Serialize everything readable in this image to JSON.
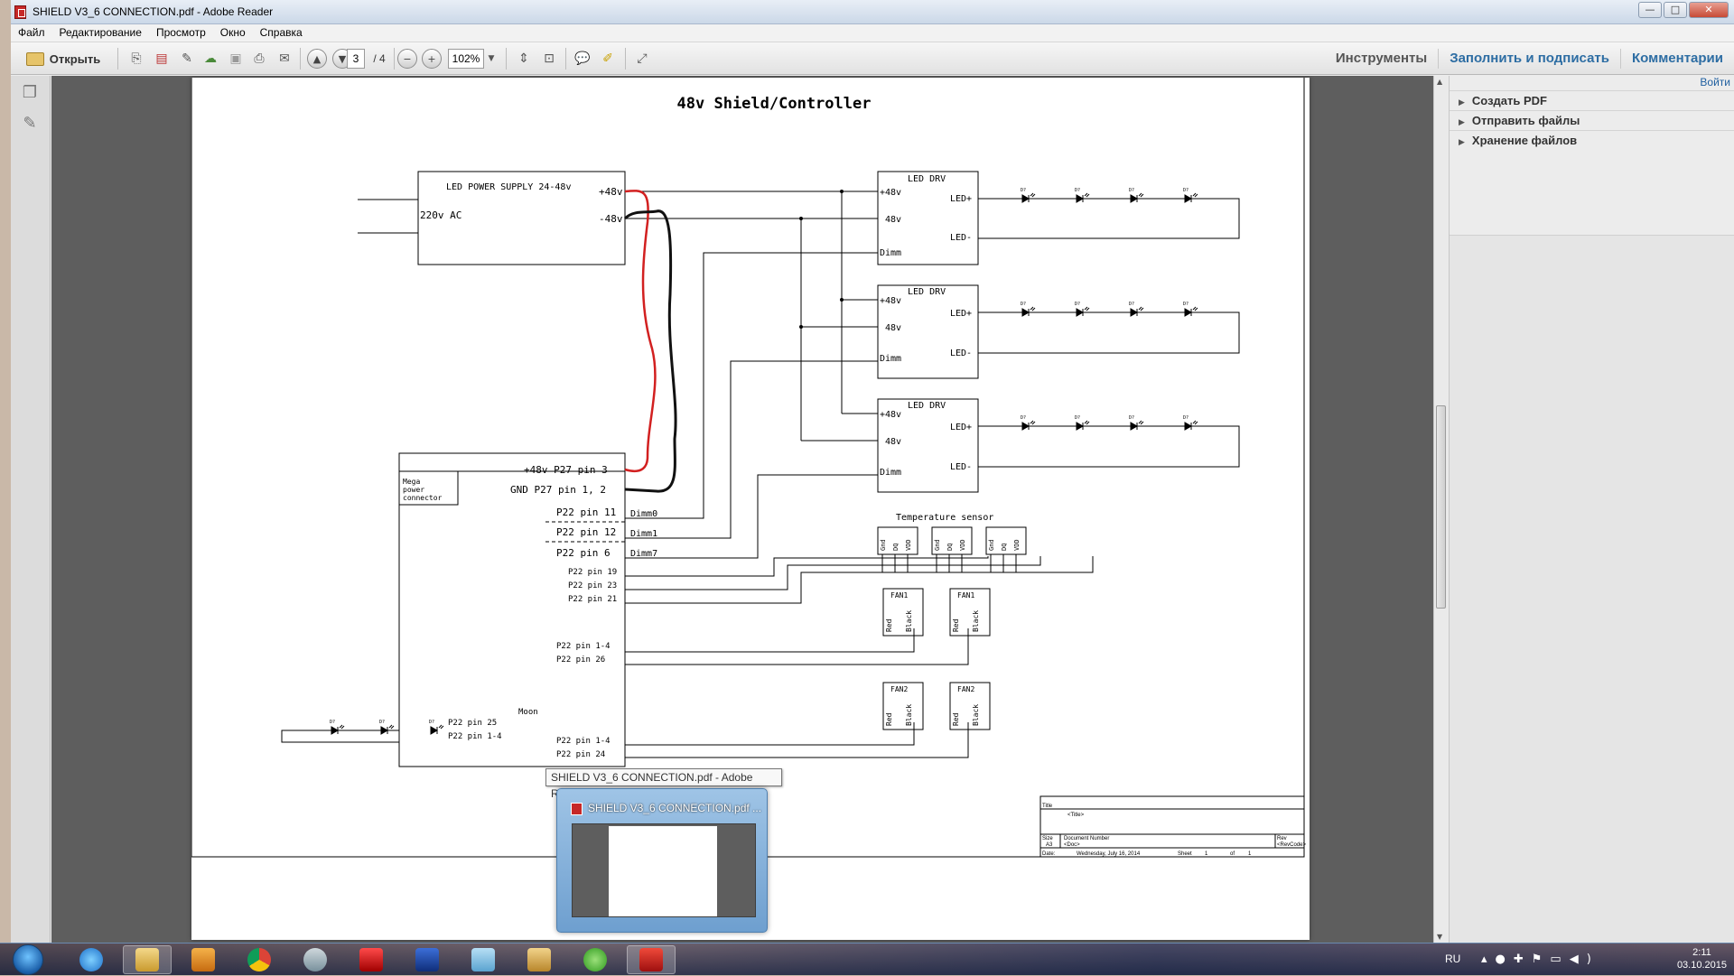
{
  "window": {
    "title": "SHIELD V3_6 CONNECTION.pdf - Adobe Reader",
    "buttons": {
      "minimize": "—",
      "maximize": "□",
      "close": "✕"
    }
  },
  "menu": [
    "Файл",
    "Редактирование",
    "Просмотр",
    "Окно",
    "Справка"
  ],
  "toolbar": {
    "open_label": "Открыть",
    "page_current": "3",
    "page_total": "/ 4",
    "zoom": "102%",
    "tools_label": "Инструменты",
    "fill_sign_label": "Заполнить и подписать",
    "comments_label": "Комментарии"
  },
  "right_panel": {
    "login": "Войти",
    "items": [
      "Создать PDF",
      "Отправить файлы",
      "Хранение файлов"
    ]
  },
  "schematic": {
    "title": "48v Shield/Controller",
    "psu_title": "LED POWER SUPPLY 24-48v",
    "psu_ac": "220v AC",
    "pos48": "+48v",
    "neg48": "-48v",
    "drv_title": "LED DRV",
    "drv_pos": "+48v",
    "drv_neg": "48v",
    "dimm": "Dimm",
    "led_pos": "LED+",
    "led_neg": "LED-",
    "mega_conn": [
      "Mega",
      "power",
      "connector"
    ],
    "p27_pos": "+48v P27 pin 3",
    "p27_gnd": "GND P27 pin 1, 2",
    "p22_11": "P22 pin 11",
    "p22_12": "P22 pin 12",
    "p22_6": "P22 pin 6",
    "p22_19": "P22 pin 19",
    "p22_23": "P22 pin 23",
    "p22_21": "P22 pin 21",
    "p22_14": "P22 pin 1-4",
    "p22_26": "P22 pin 26",
    "p22_25": "P22 pin 25",
    "p22_24": "P22 pin 24",
    "dimm0": "Dimm0",
    "dimm1": "Dimm1",
    "dimm7": "Dimm7",
    "temp_title": "Temperature sensor",
    "temp_pins": [
      "Gnd",
      "DQ",
      "VDD"
    ],
    "fan1": "FAN1",
    "fan2": "FAN2",
    "red": "Red",
    "black": "Black",
    "moon": "Moon",
    "led_ref": "D?",
    "tb_title": "Title",
    "tb_title_val": "<Title>",
    "tb_size": "Size",
    "tb_size_val": "A3",
    "tb_docnum": "Document Number",
    "tb_docnum_val": "<Doc>",
    "tb_rev": "Rev",
    "tb_rev_val": "<RevCode>",
    "tb_date": "Date:",
    "tb_date_val": "Wednesday, July 16, 2014",
    "tb_sheet": "Sheet",
    "tb_sheet_num": "1",
    "tb_of": "of",
    "tb_sheet_total": "1"
  },
  "tooltip": "SHIELD V3_6 CONNECTION.pdf - Adobe Reader",
  "thumbnail_title": "SHIELD V3_6 CONNECTION.pdf ...",
  "taskbar": {
    "lang": "RU",
    "time": "2:11",
    "date": "03.10.2015",
    "apps": [
      "internet-explorer",
      "file-explorer",
      "media-player",
      "chrome",
      "app-tool",
      "cvavr",
      "isis",
      "notes",
      "archive",
      "mail-agent",
      "adobe-reader"
    ]
  },
  "colors": {
    "wire_red": "#d22020",
    "wire_black": "#111111",
    "accent_blue": "#2d6da3"
  }
}
